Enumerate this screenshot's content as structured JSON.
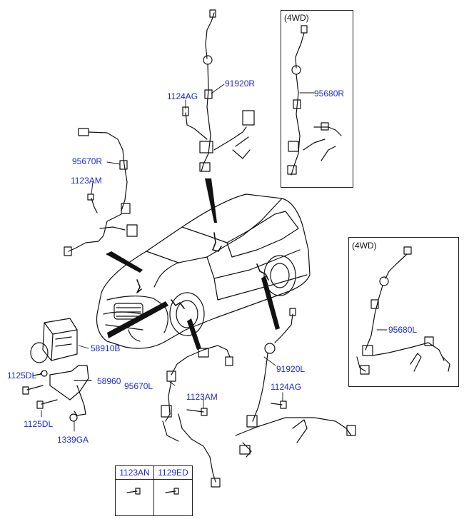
{
  "colors": {
    "label": "#1c2bd6",
    "line": "#111111"
  },
  "insets": {
    "top_right": {
      "title": "(4WD)",
      "part": "95680R"
    },
    "mid_right": {
      "title": "(4WD)",
      "part": "95680L"
    }
  },
  "labels": {
    "p91920R": "91920R",
    "p1124AG_top": "1124AG",
    "p95670R": "95670R",
    "p1123AM_top": "1123AM",
    "p58910B": "58910B",
    "p1125DL_a": "1125DL",
    "p58960": "58960",
    "p95670L": "95670L",
    "p1123AM_bottom": "1123AM",
    "p1125DL_b": "1125DL",
    "p1339GA": "1339GA",
    "p91920L": "91920L",
    "p1124AG_bottom": "1124AG"
  },
  "legend_table": {
    "columns": [
      "1123AN",
      "1129ED"
    ]
  }
}
